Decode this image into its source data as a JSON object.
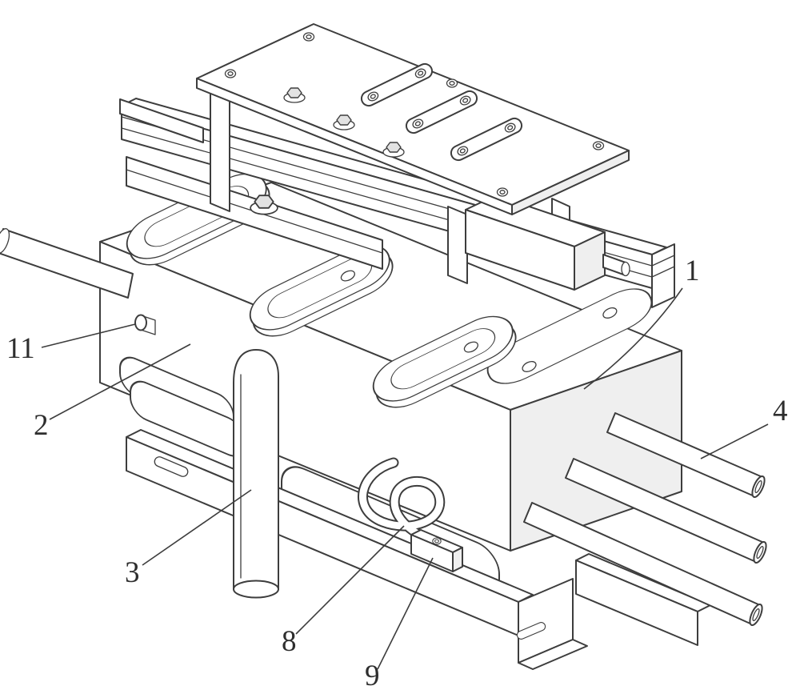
{
  "drawing": {
    "colors": {
      "line": "#3d3d3d",
      "shade": "#efefef",
      "shade2": "#e2e2e2",
      "bg": "#ffffff",
      "label": "#2e2e2e"
    },
    "labels": {
      "n1": "1",
      "n2": "2",
      "n3": "3",
      "n4": "4",
      "n8": "8",
      "n9": "9",
      "n11": "11"
    }
  }
}
